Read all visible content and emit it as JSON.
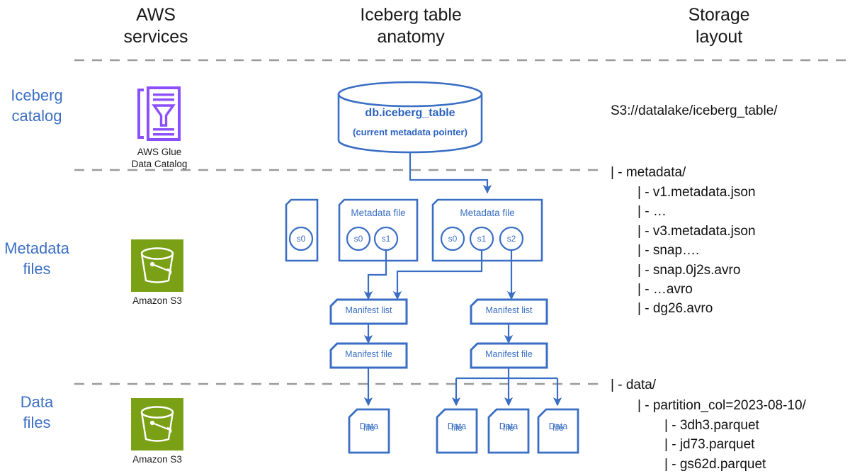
{
  "columns": [
    {
      "id": "aws-services",
      "title": "AWS\nservices",
      "line1": "AWS",
      "line2": "services"
    },
    {
      "id": "table-anatomy",
      "title": "Iceberg table\nanatomy",
      "line1": "Iceberg table",
      "line2": "anatomy"
    },
    {
      "id": "storage-layout",
      "title": "Storage\nlayout",
      "line1": "Storage",
      "line2": "layout"
    }
  ],
  "rows": [
    {
      "id": "iceberg-catalog",
      "line1": "Iceberg",
      "line2": "catalog"
    },
    {
      "id": "metadata-files",
      "line1": "Metadata",
      "line2": "files"
    },
    {
      "id": "data-files",
      "line1": "Data",
      "line2": "files"
    }
  ],
  "services": [
    {
      "id": "aws-glue-data-catalog",
      "icon": "aws-glue-icon",
      "line1": "AWS Glue",
      "line2": "Data Catalog",
      "color": "#8c4fff"
    },
    {
      "id": "amazon-s3-metadata",
      "icon": "amazon-s3-icon",
      "line1": "Amazon S3",
      "line2": "",
      "color": "#7aa116"
    },
    {
      "id": "amazon-s3-data",
      "icon": "amazon-s3-icon",
      "line1": "Amazon S3",
      "line2": "",
      "color": "#7aa116"
    }
  ],
  "catalog": {
    "table_name": "db.iceberg_table",
    "subtitle": "(current metadata pointer)"
  },
  "metadata_files": [
    {
      "id": "metadata-file-v1",
      "label": "",
      "snapshots": [
        "s0"
      ]
    },
    {
      "id": "metadata-file-v2",
      "label": "Metadata file",
      "snapshots": [
        "s0",
        "s1"
      ]
    },
    {
      "id": "metadata-file-v3",
      "label": "Metadata file",
      "snapshots": [
        "s0",
        "s1",
        "s2"
      ]
    }
  ],
  "manifest_lists": [
    {
      "id": "manifest-list-left",
      "label": "Manifest list"
    },
    {
      "id": "manifest-list-right",
      "label": "Manifest list"
    }
  ],
  "manifest_files": [
    {
      "id": "manifest-file-left",
      "label": "Manifest file"
    },
    {
      "id": "manifest-file-right",
      "label": "Manifest file"
    }
  ],
  "data_file_nodes": [
    {
      "id": "data-file-1",
      "line1": "Data",
      "line2": "file"
    },
    {
      "id": "data-file-2",
      "line1": "Data",
      "line2": "file"
    },
    {
      "id": "data-file-3",
      "line1": "Data",
      "line2": "file"
    },
    {
      "id": "data-file-4",
      "line1": "Data",
      "line2": "file"
    }
  ],
  "storage": {
    "root": "S3://datalake/iceberg_table/",
    "metadata_dir": "| - metadata/",
    "metadata_entries": [
      "| - v1.metadata.json",
      "| - …",
      "| - v3.metadata.json",
      "| - snap….",
      "| - snap.0j2s.avro",
      "| - …avro",
      "| - dg26.avro"
    ],
    "data_dir": "| - data/",
    "partition_dir": "| - partition_col=2023-08-10/",
    "data_entries": [
      "| - 3dh3.parquet",
      "| - jd73.parquet",
      "| - gs62d.parquet"
    ]
  },
  "colors": {
    "accent_blue": "#3b6fc4",
    "stroke_blue": "#3a6ec4",
    "heading_black": "#1a1a1a",
    "glue_purple": "#8c4fff",
    "s3_green": "#7aa116",
    "divider_gray": "#9a9a9a"
  }
}
